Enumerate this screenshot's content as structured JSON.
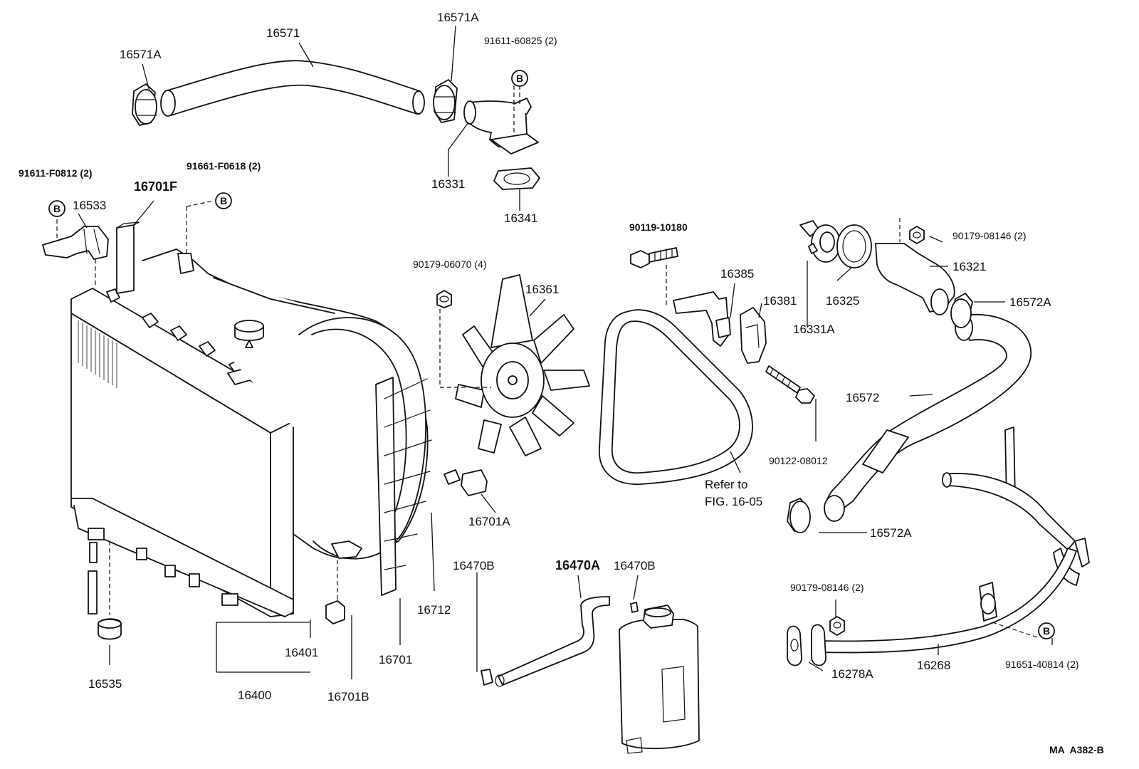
{
  "diagram": {
    "code": "MA  A382-B",
    "badge_letter": "B",
    "refer_line1": "Refer to",
    "refer_line2": "FIG. 16-05",
    "parts": {
      "p16571": "16571",
      "p16571A_left": "16571A",
      "p16571A_right": "16571A",
      "p91611_60825": "91611-60825 (2)",
      "p16331": "16331",
      "p16341": "16341",
      "p91611_F0812": "91611-F0812 (2)",
      "p16533": "16533",
      "p16701F": "16701F",
      "p91661_F0618": "91661-F0618 (2)",
      "p90179_06070": "90179-06070 (4)",
      "p16361": "16361",
      "p90119_10180": "90119-10180",
      "p16385": "16385",
      "p16381": "16381",
      "p90122_08012": "90122-08012",
      "p16331A": "16331A",
      "p16325": "16325",
      "p90179_08146_top": "90179-08146 (2)",
      "p16321": "16321",
      "p16572A_top": "16572A",
      "p16572": "16572",
      "p16572A_bottom": "16572A",
      "p16701A": "16701A",
      "p16470B_left": "16470B",
      "p16470A": "16470A",
      "p16470B_right": "16470B",
      "p16712": "16712",
      "p16701": "16701",
      "p16401": "16401",
      "p16400": "16400",
      "p16535": "16535",
      "p16701B": "16701B",
      "p90179_08146_bottom": "90179-08146 (2)",
      "p16278A": "16278A",
      "p16268": "16268",
      "p91651_40814": "91651-40814 (2)"
    }
  }
}
